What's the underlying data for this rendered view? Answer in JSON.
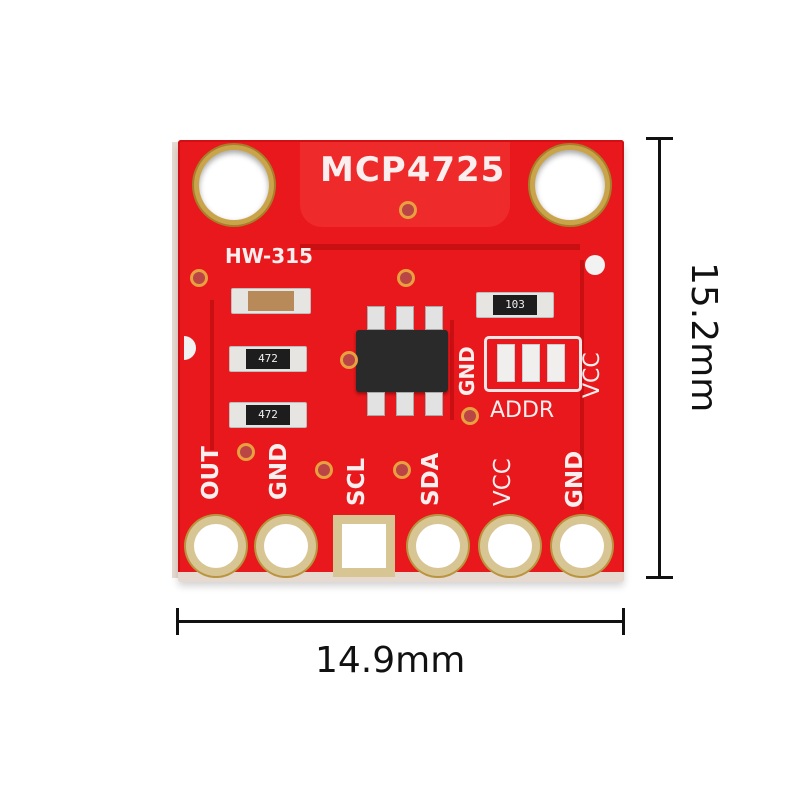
{
  "product": {
    "chip_label": "MCP4725",
    "board_model": "HW-315",
    "board_color": "#e8181c"
  },
  "components": {
    "resistors": [
      {
        "marking": "472"
      },
      {
        "marking": "472"
      },
      {
        "marking": "103"
      }
    ],
    "capacitor": {
      "marking": ""
    },
    "address_jumper": {
      "label": "ADDR",
      "left_label": "GND",
      "right_label": "VCC"
    }
  },
  "pins": [
    {
      "label": "OUT"
    },
    {
      "label": "GND"
    },
    {
      "label": "SCL"
    },
    {
      "label": "SDA"
    },
    {
      "label": "VCC"
    },
    {
      "label": "GND"
    }
  ],
  "dimensions": {
    "width": "14.9mm",
    "height": "15.2mm"
  }
}
